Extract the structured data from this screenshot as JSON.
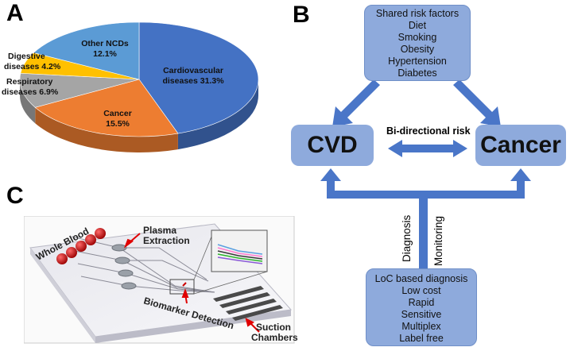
{
  "panels": {
    "a": "A",
    "b": "B",
    "c": "C"
  },
  "chart_data": {
    "type": "pie",
    "slices": [
      {
        "label": "Cardiovascular diseases",
        "value": 31.3,
        "color": "#4472c4"
      },
      {
        "label": "Cancer",
        "value": 15.5,
        "color": "#ed7d31"
      },
      {
        "label": "Respiratory diseases",
        "value": 6.9,
        "color": "#a5a5a5"
      },
      {
        "label": "Digestive diseases",
        "value": 4.2,
        "color": "#ffc000"
      },
      {
        "label": "Other NCDs",
        "value": 12.1,
        "color": "#5b9bd5"
      }
    ],
    "labels": {
      "cardio": [
        "Cardiovascular",
        "diseases 31.3%"
      ],
      "cancer": [
        "Cancer",
        "15.5%"
      ],
      "respiratory": [
        "Respiratory",
        "diseases 6.9%"
      ],
      "digestive": [
        "Digestive",
        "diseases 4.2%"
      ],
      "other": [
        "Other NCDs",
        "12.1%"
      ]
    }
  },
  "diagram": {
    "shared_risk": {
      "title": "Shared risk factors",
      "items": [
        "Diet",
        "Smoking",
        "Obesity",
        "Hypertension",
        "Diabetes"
      ]
    },
    "cvd": "CVD",
    "cancer": "Cancer",
    "bidirectional": "Bi-directional risk",
    "diagnosis": "Diagnosis",
    "monitoring": "Monitoring",
    "loc": {
      "title": "LoC based diagnosis",
      "items": [
        "Low cost",
        "Rapid",
        "Sensitive",
        "Multiplex",
        "Label free"
      ]
    },
    "colors": {
      "box": "#8eaadc",
      "arrow": "#4a76c8"
    }
  },
  "device": {
    "whole_blood": "Whole Blood",
    "plasma": [
      "Plasma",
      "Extraction"
    ],
    "biomarker": "Biomarker Detection",
    "suction": [
      "Suction",
      "Chambers"
    ]
  }
}
